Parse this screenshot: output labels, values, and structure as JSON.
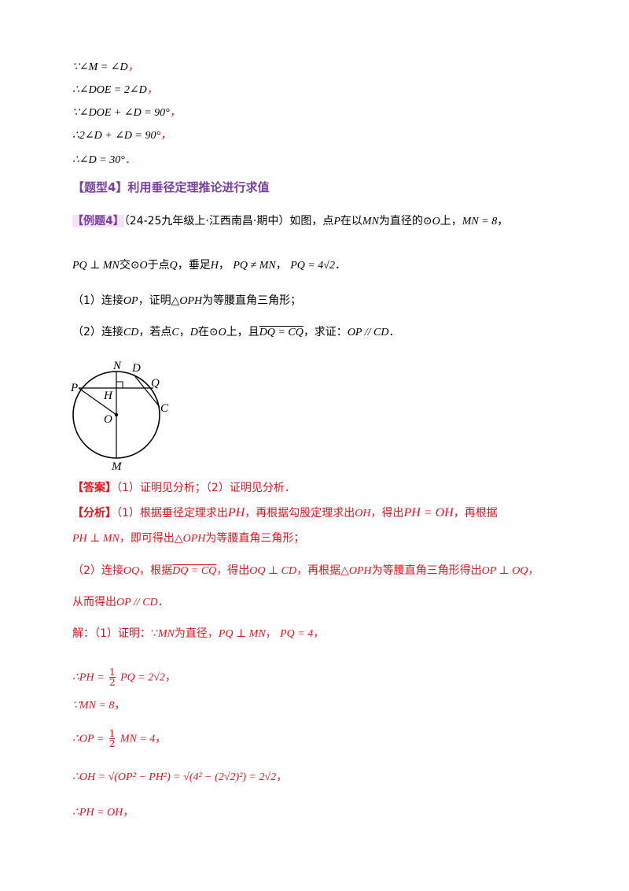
{
  "lines_top": [
    {
      "math": "∵∠M = ∠D",
      "end": "，"
    },
    {
      "math": "∴∠DOE = 2∠D",
      "end": "，"
    },
    {
      "math": "∵∠DOE + ∠D = 90°",
      "end": "，"
    },
    {
      "math": "∴2∠D + ∠D = 90°",
      "end": "，"
    },
    {
      "math": "∴∠D = 30°",
      "end": "．"
    }
  ],
  "section_heading": "【题型4】利用垂径定理推论进行求值",
  "example": {
    "tag": "【例题4】",
    "source": "（24-25九年级上·江西南昌·期中）如图，点",
    "p1_a": "P",
    "p1_b": "在以",
    "p1_c": "MN",
    "p1_d": "为直径的",
    "p1_e": "⊙O",
    "p1_f": "上，",
    "p1_g": "MN = 8",
    "p1_h": "，",
    "p2_a": "PQ ⊥ MN",
    "p2_b": "交",
    "p2_c": "⊙O",
    "p2_d": "于点",
    "p2_e": "Q",
    "p2_f": "，垂足",
    "p2_g": "H",
    "p2_h": "，",
    "p2_i": "PQ ≠ MN",
    "p2_j": "，",
    "p2_k": "PQ = 4√2",
    "p2_l": "．",
    "q1_a": "（1）连接",
    "q1_b": "OP",
    "q1_c": "，证明",
    "q1_d": "△OPH",
    "q1_e": "为等腰直角三角形；",
    "q2_a": "（2）连接",
    "q2_b": "CD",
    "q2_c": "，若点",
    "q2_d": "C",
    "q2_e": "，",
    "q2_f": "D",
    "q2_g": "在",
    "q2_h": "⊙O",
    "q2_i": "上，且",
    "q2_j": "DQ = CQ",
    "q2_k": "，求证：",
    "q2_l": "OP // CD",
    "q2_m": "．"
  },
  "figure": {
    "labels": {
      "N": "N",
      "D": "D",
      "Q": "Q",
      "P": "P",
      "H": "H",
      "C": "C",
      "O": "O",
      "M": "M"
    }
  },
  "answer": {
    "label": "【答案】",
    "text": "（1）证明见分析；（2）证明见分析．"
  },
  "analysis": {
    "label": "【分析】",
    "a1": "（1）根据垂径定理求出",
    "a2": "PH",
    "a3": "，再根据勾股定理求出",
    "a4": "OH",
    "a5": "，得出",
    "a6": "PH = OH",
    "a7": "，再根据",
    "b1": "PH ⊥ MN",
    "b2": "，即可得出",
    "b3": "△OPH",
    "b4": "为等腰直角三角形；",
    "c1": "（2）连接",
    "c2": "OQ",
    "c3": "，根据",
    "c4": "DQ = CQ",
    "c5": "，得出",
    "c6": "OQ ⊥ CD",
    "c7": "，再根据",
    "c8": "△OPH",
    "c9": "为等腰直角三角形得出",
    "c10": "OP ⊥ OQ",
    "c11": "，",
    "d1": "从而得出",
    "d2": "OP // CD",
    "d3": "．"
  },
  "solution": {
    "s1_a": "解：（1）证明：∵",
    "s1_b": "MN",
    "s1_c": "为直径，",
    "s1_d": "PQ ⊥ MN",
    "s1_e": "，",
    "s1_f": "PQ = 4",
    "s1_g": "，",
    "s2_a": "∴PH =",
    "s2_num": "1",
    "s2_den": "2",
    "s2_b": "PQ = 2√2",
    "s2_c": "，",
    "s3_a": "∵MN = 8",
    "s3_b": "，",
    "s4_a": "∴OP =",
    "s4_num": "1",
    "s4_den": "2",
    "s4_b": "MN = 4",
    "s4_c": "，",
    "s5_a": "∴OH = √(OP² − PH²) = √(4² − (2√2)²) = 2√2",
    "s5_b": "，",
    "s6_a": "∴PH = OH",
    "s6_b": "，"
  }
}
